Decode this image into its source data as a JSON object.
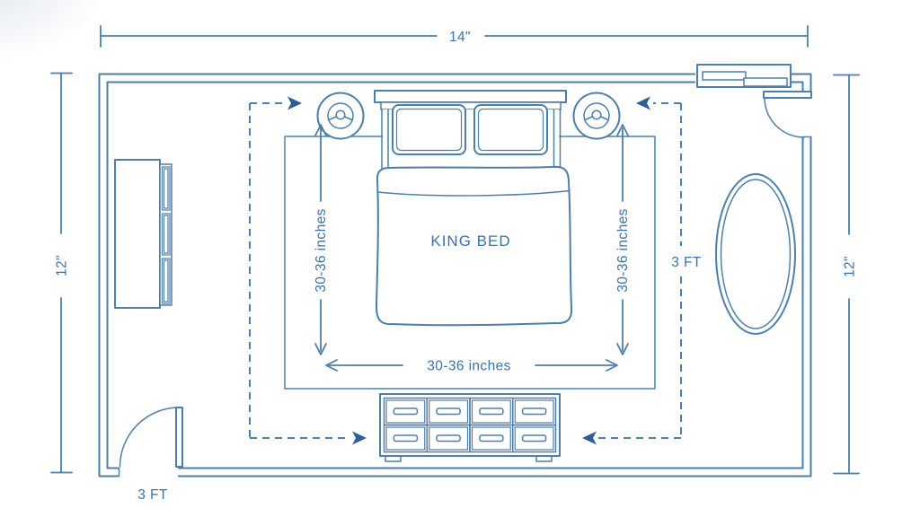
{
  "colors": {
    "line": "#4d7fa9",
    "arrow": "#2c5f93",
    "text": "#3a72ab"
  },
  "floorplan": {
    "dimensions": {
      "top_width": "14\"",
      "left_height": "12\"",
      "right_height": "12\""
    },
    "labels": {
      "bed": "KING BED",
      "clearance_left": "30-36 inches",
      "clearance_right": "30-36 inches",
      "clearance_bottom": "30-36 inches",
      "door_clearance": "3 FT",
      "walkway_clearance": "3 FT"
    }
  }
}
